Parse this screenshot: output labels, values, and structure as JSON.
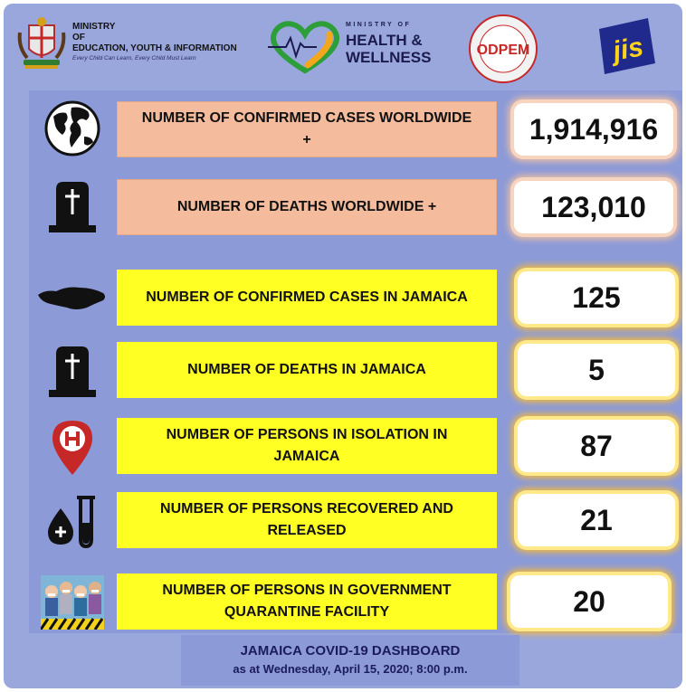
{
  "header": {
    "moe": {
      "line1": "MINISTRY",
      "line2": "OF",
      "line3": "EDUCATION, YOUTH & INFORMATION",
      "tagline": "Every Child Can Learn, Every Child Must Learn"
    },
    "moh": {
      "small": "MINISTRY OF",
      "health": "HEALTH &",
      "wellness": "WELLNESS"
    },
    "odpem": {
      "name": "ODPEM"
    },
    "jis": {
      "name": "jis"
    }
  },
  "rows": [
    {
      "icon": "globe-icon",
      "label": "NUMBER OF CONFIRMED CASES WORLDWIDE +",
      "value": "1,914,916"
    },
    {
      "icon": "tombstone-icon",
      "label": "NUMBER OF DEATHS WORLDWIDE +",
      "value": "123,010"
    },
    {
      "icon": "jamaica-map-icon",
      "label": "NUMBER OF CONFIRMED CASES IN JAMAICA",
      "value": "125"
    },
    {
      "icon": "tombstone-icon",
      "label": "NUMBER OF DEATHS IN JAMAICA",
      "value": "5"
    },
    {
      "icon": "hospital-pin-icon",
      "label": "NUMBER OF PERSONS IN ISOLATION IN JAMAICA",
      "value": "87"
    },
    {
      "icon": "blood-test-icon",
      "label": "NUMBER OF PERSONS RECOVERED AND RELEASED",
      "value": "21"
    },
    {
      "icon": "quarantine-people-icon",
      "label": "NUMBER OF PERSONS IN GOVERNMENT QUARANTINE FACILITY",
      "value": "20"
    }
  ],
  "footer": {
    "title": "JAMAICA COVID-19 DASHBOARD",
    "subtitle": "as at Wednesday, April 15, 2020; 8:00 p.m."
  },
  "colors": {
    "background": "#9aa7dc",
    "panel": "#8c9ad8",
    "peach": "#f4bc9c",
    "yellow": "#ffff24",
    "gold_glow": "#ffbd2a"
  }
}
